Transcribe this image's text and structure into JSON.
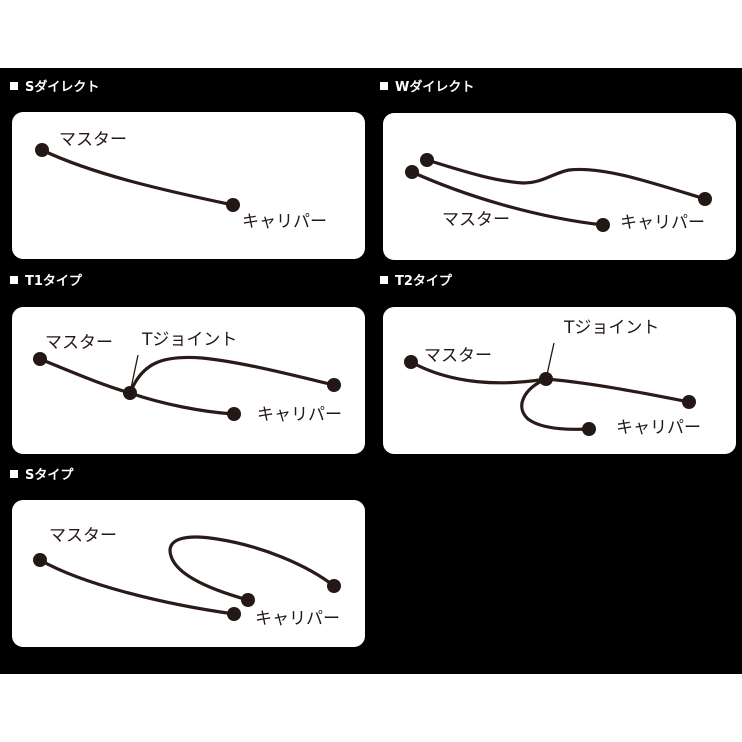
{
  "colors": {
    "background": "#000000",
    "panel": "#ffffff",
    "ink": "#231815",
    "title_text": "#ffffff"
  },
  "icons": {
    "section_marker": "square-bullet-icon"
  },
  "sections": [
    {
      "title": "Sダイレクト",
      "labels": {
        "master": "マスター",
        "caliper": "キャリパー"
      }
    },
    {
      "title": "Wダイレクト",
      "labels": {
        "master": "マスター",
        "caliper": "キャリパー"
      }
    },
    {
      "title": "T1タイプ",
      "labels": {
        "master": "マスター",
        "joint": "Tジョイント",
        "caliper": "キャリパー"
      }
    },
    {
      "title": "T2タイプ",
      "labels": {
        "master": "マスター",
        "joint": "Tジョイント",
        "caliper": "キャリパー"
      }
    },
    {
      "title": "Sタイプ",
      "labels": {
        "master": "マスター",
        "caliper": "キャリパー"
      }
    }
  ]
}
